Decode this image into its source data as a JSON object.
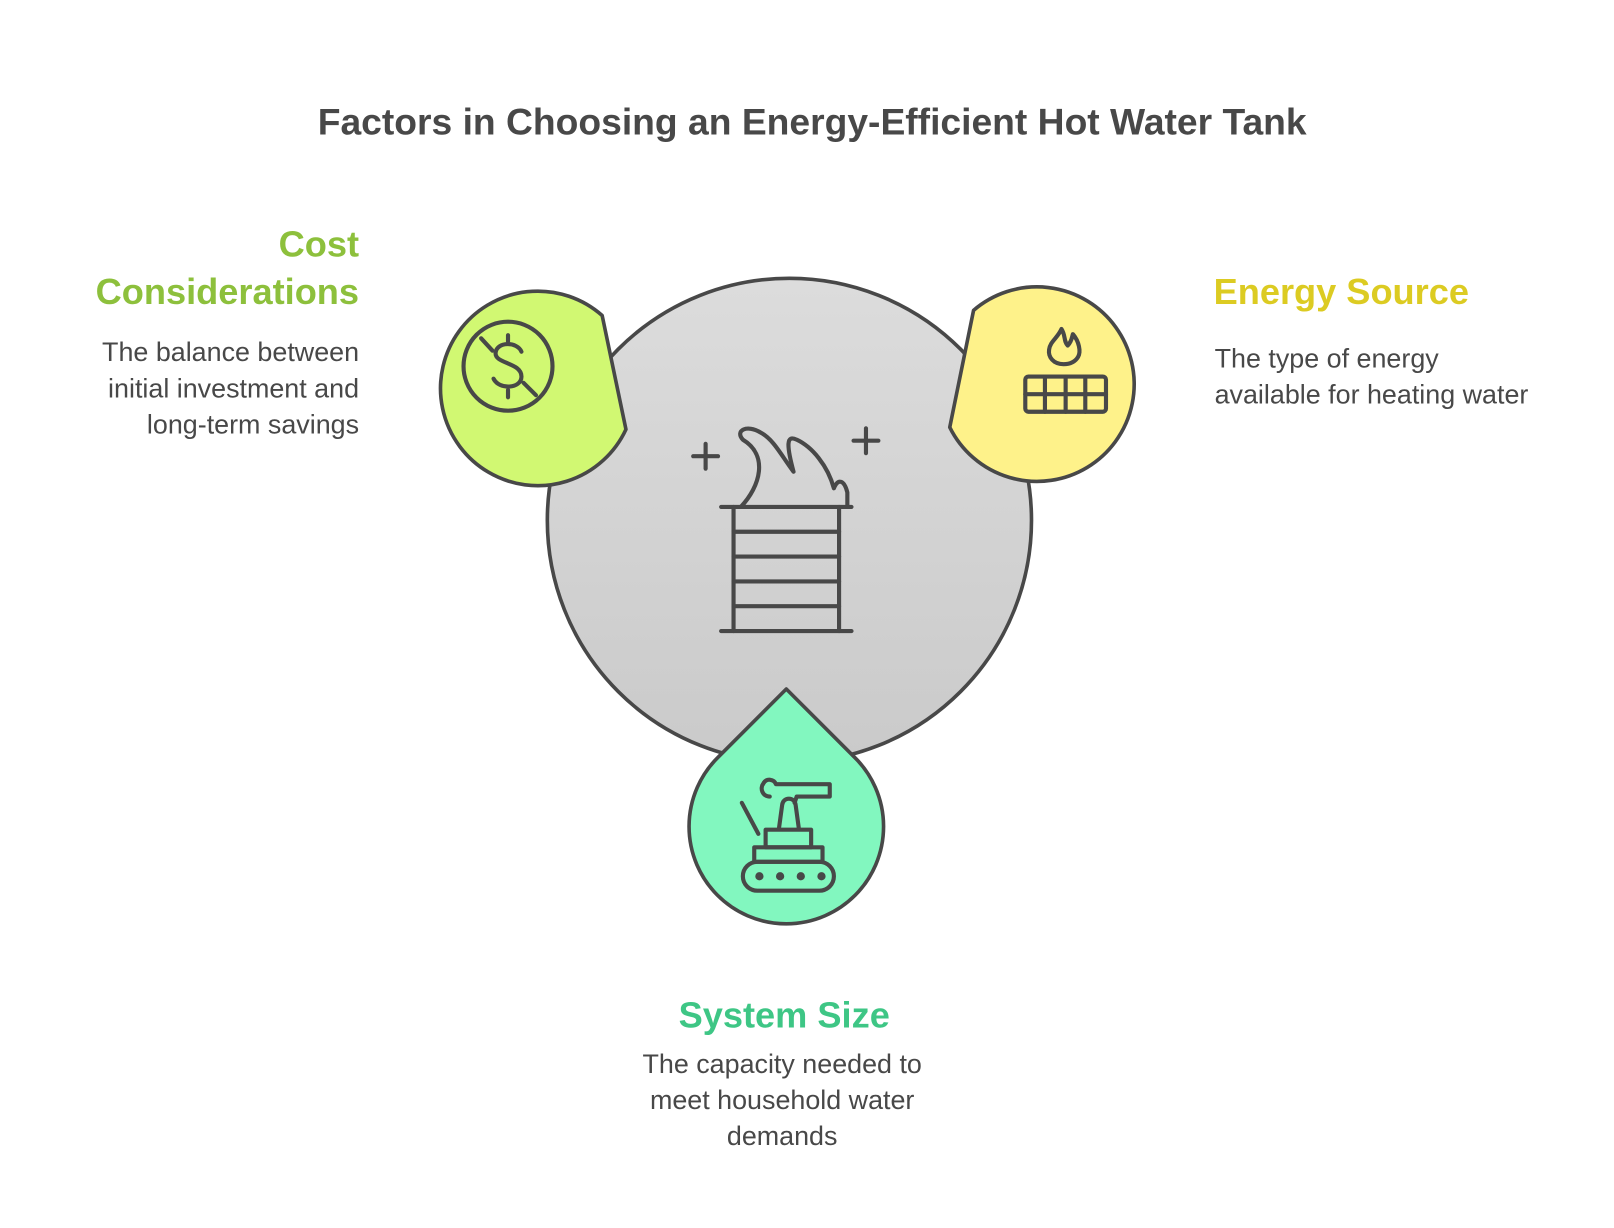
{
  "title": "Factors in Choosing an Energy-Efficient Hot Water Tank",
  "center": {
    "icon": "burning-tank-icon",
    "color": "#d6d6d6"
  },
  "factors": [
    {
      "title_lines": [
        "Cost",
        "Considerations"
      ],
      "desc_lines": [
        "The balance between",
        "initial investment and",
        "long-term savings"
      ],
      "icon": "no-dollar-icon",
      "fill": "#d1f872",
      "title_color": "#8dc03c"
    },
    {
      "title_lines": [
        "Energy Source"
      ],
      "desc_lines": [
        "The type of energy",
        "available for heating water"
      ],
      "icon": "flame-grill-icon",
      "fill": "#fef28a",
      "title_color": "#dccb22"
    },
    {
      "title_lines": [
        "System Size"
      ],
      "desc_lines": [
        "The capacity needed to",
        "meet household water",
        "demands"
      ],
      "icon": "tank-vehicle-icon",
      "fill": "#82f7bf",
      "title_color": "#3ec685"
    }
  ],
  "colors": {
    "outline": "#484848",
    "text": "#484848"
  }
}
